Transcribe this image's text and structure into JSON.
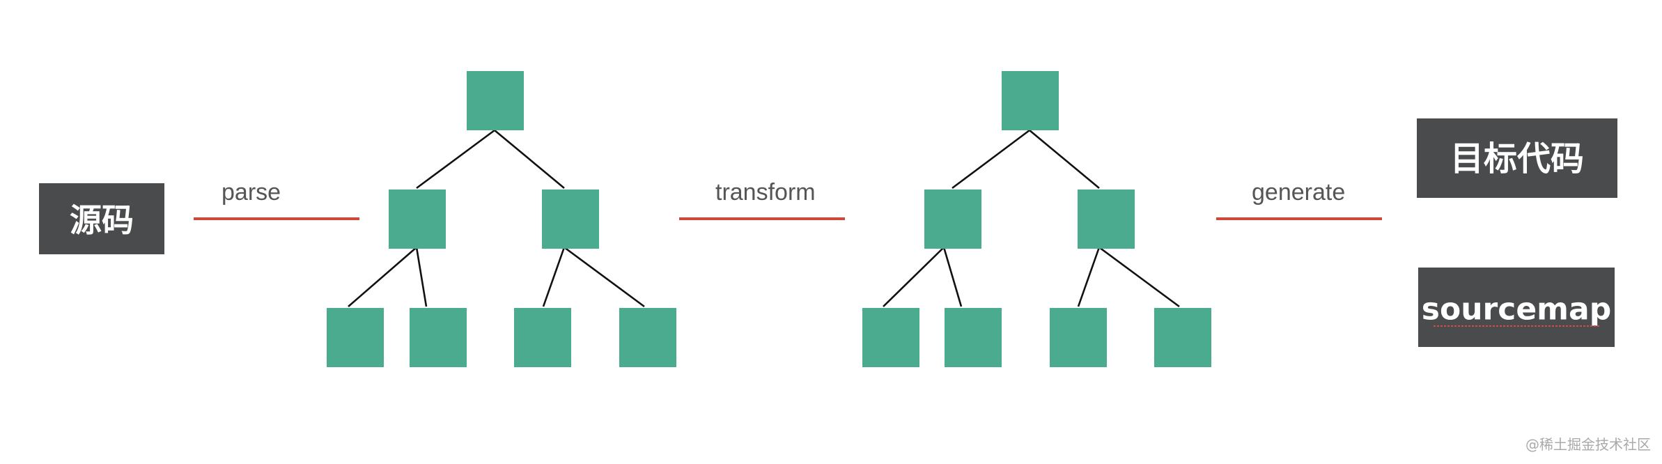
{
  "diagram": {
    "source_label": "源码",
    "steps": {
      "parse": "parse",
      "transform": "transform",
      "generate": "generate"
    },
    "outputs": {
      "target_code": "目标代码",
      "sourcemap": "sourcemap"
    },
    "watermark": "@稀土掘金技术社区"
  },
  "colors": {
    "node": "#4bab8f",
    "dark_box": "#4a4b4d",
    "arrow_line": "#cc4a3a",
    "label_text": "#555555"
  }
}
